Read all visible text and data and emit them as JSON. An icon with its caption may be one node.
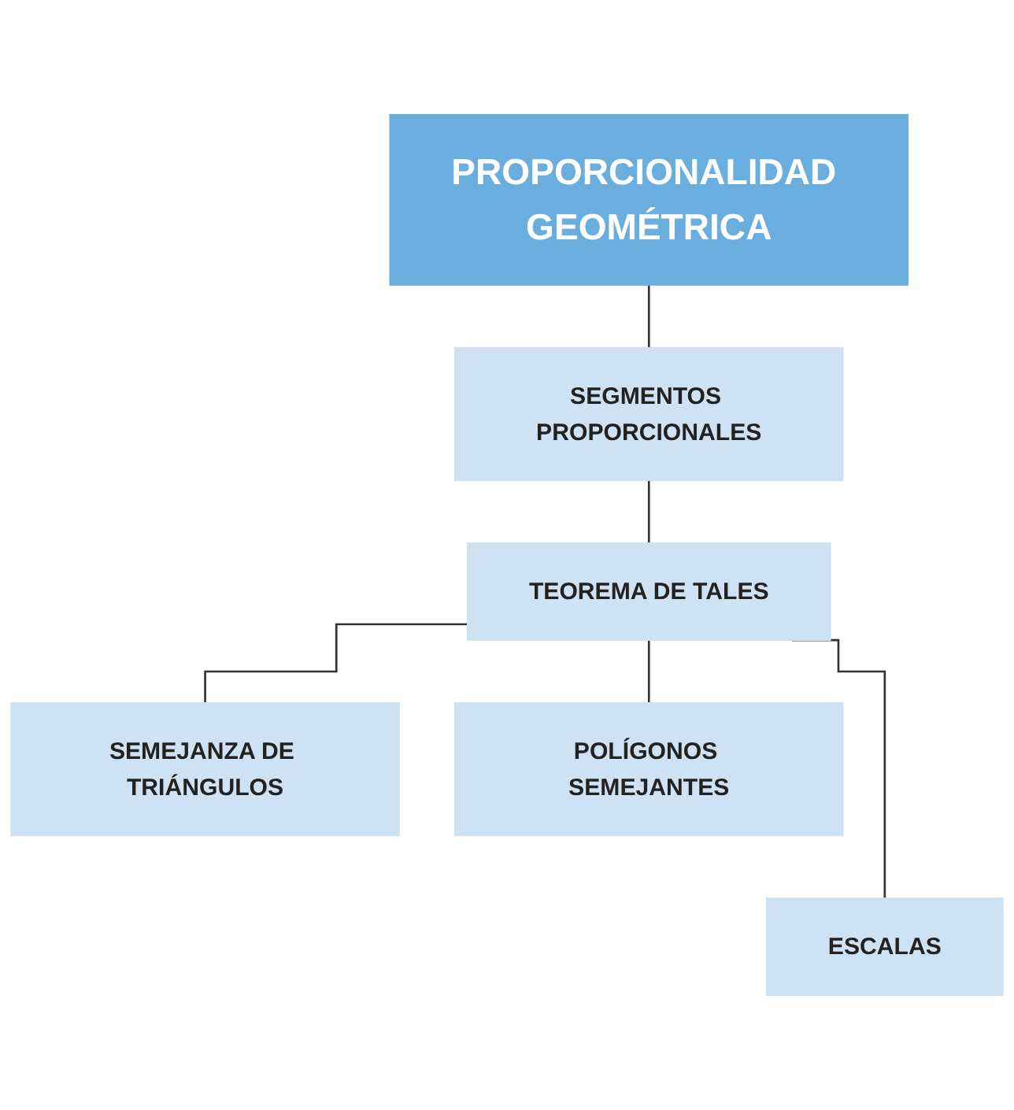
{
  "diagram": {
    "nodes": [
      {
        "text": [
          "PROPORCIONALIDAD GEOMÉTRICA"
        ]
      },
      {
        "text": [
          "SEGMENTOS PROPORCIONALES"
        ]
      },
      {
        "text": [
          "TEOREMA DE TALES"
        ]
      },
      {
        "text": [
          "SEMEJANZA DE TRIÁNGULOS"
        ]
      },
      {
        "text": [
          "POLÍGONOS SEMEJANTES"
        ]
      },
      {
        "text": [
          "ESCALAS"
        ]
      }
    ],
    "edges": [
      {
        "from": 0,
        "to": 1,
        "arrow": "none"
      },
      {
        "from": 1,
        "to": 2,
        "arrow": "none"
      },
      {
        "from": 2,
        "to": 3,
        "arrow": "none"
      },
      {
        "from": 2,
        "to": 5,
        "arrow": "none"
      },
      {
        "from": 2,
        "to": 4,
        "arrow": "none"
      }
    ]
  }
}
